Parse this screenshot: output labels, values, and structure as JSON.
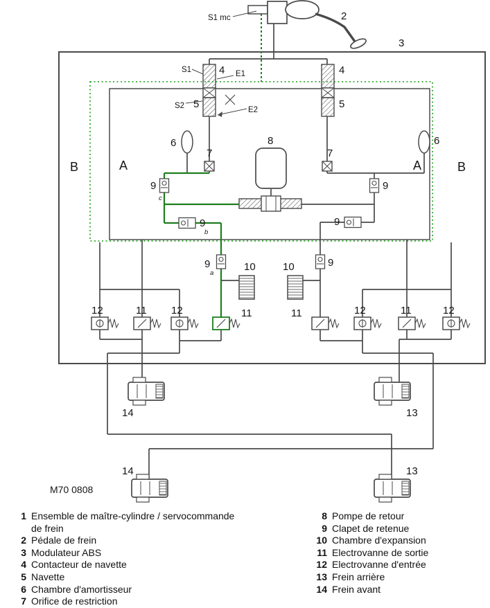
{
  "diagram": {
    "ref_code": "M70 0808",
    "mc_port_label": "S1 mc",
    "callout_pedal": "2",
    "callout_modulator": "3",
    "shuttle_left": {
      "s1": "S1",
      "n4": "4",
      "e1": "E1",
      "s2": "S2",
      "n5": "5",
      "e2": "E2"
    },
    "shuttle_right": {
      "n4": "4",
      "n5": "5"
    },
    "zones": {
      "b_left": "B",
      "a_left": "A",
      "a_right": "A",
      "b_right": "B"
    },
    "damper_left": "6",
    "damper_right": "6",
    "orifice_left": "7",
    "orifice_right": "7",
    "pump": "8",
    "check_valves": {
      "top_left": "9",
      "top_right": "9",
      "mid_left": "9",
      "mid_right": "9",
      "low_left": "9",
      "low_right": "9"
    },
    "check_letters": {
      "a": "a",
      "b": "b",
      "c": "c"
    },
    "expansion_left": "10",
    "expansion_right": "10",
    "solenoids": {
      "l1": "12",
      "l2": "11",
      "l3": "12",
      "l4": "11",
      "r1": "11",
      "r2": "12",
      "r3": "11",
      "r4": "12"
    },
    "brakes": {
      "front_upper": "14",
      "rear_upper": "13",
      "front_lower": "14",
      "rear_lower": "13"
    }
  },
  "legend": {
    "left": [
      {
        "num": "1",
        "text": "Ensemble de maître-cylindre / servocommande de frein"
      },
      {
        "num": "2",
        "text": "Pédale de frein"
      },
      {
        "num": "3",
        "text": "Modulateur ABS"
      },
      {
        "num": "4",
        "text": "Contacteur de navette"
      },
      {
        "num": "5",
        "text": "Navette"
      },
      {
        "num": "6",
        "text": "Chambre d'amortisseur"
      },
      {
        "num": "7",
        "text": "Orifice de restriction"
      }
    ],
    "right": [
      {
        "num": "8",
        "text": "Pompe de retour"
      },
      {
        "num": "9",
        "text": "Clapet de retenue"
      },
      {
        "num": "10",
        "text": "Chambre d'expansion"
      },
      {
        "num": "11",
        "text": "Electrovanne de sortie"
      },
      {
        "num": "12",
        "text": "Electrovanne d'entrée"
      },
      {
        "num": "13",
        "text": "Frein arrière"
      },
      {
        "num": "14",
        "text": "Frein avant"
      }
    ]
  },
  "colors": {
    "line": "#4a4a4a",
    "highlight_green": "#1e7e1e",
    "dotted_green": "#33aa33"
  }
}
